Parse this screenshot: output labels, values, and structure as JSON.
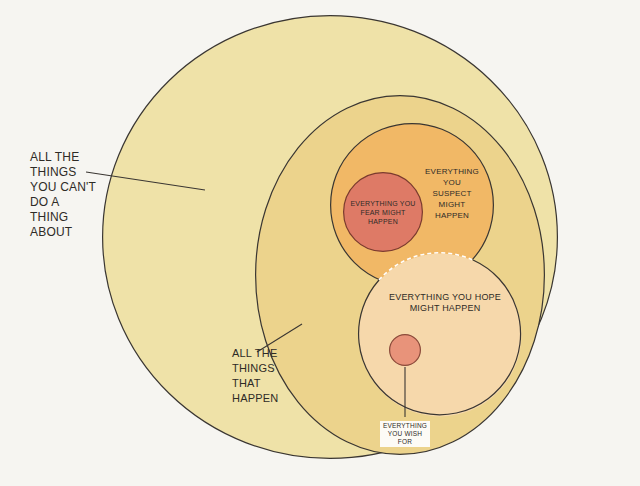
{
  "diagram": {
    "nodes": [
      {
        "text": [
          "ALL THE THINGS YOU CAN'T DO A THING ABOUT"
        ]
      },
      {
        "text": [
          "ALL THE THINGS THAT HAPPEN"
        ],
        "in": 0
      },
      {
        "text": [
          "EVERYTHING YOU SUSPECT MIGHT HAPPEN"
        ],
        "in": 1
      },
      {
        "text": [
          "EVERYTHING YOU FEAR MIGHT HAPPEN"
        ],
        "in": 2
      },
      {
        "text": [
          "EVERYTHING YOU HOPE MIGHT HAPPEN"
        ],
        "in": 1
      },
      {
        "text": [
          "EVERYTHING YOU WISH FOR"
        ],
        "in": 4
      }
    ]
  }
}
